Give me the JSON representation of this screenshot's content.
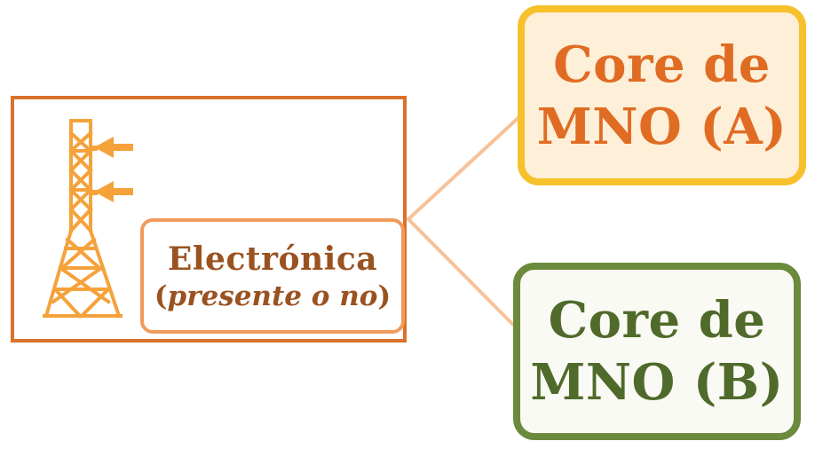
{
  "diagram": {
    "site": {
      "icon": "transmission-tower-icon",
      "electronics_label": "Electrónica",
      "electronics_note_open": "(",
      "electronics_note_italic": "presente o no",
      "electronics_note_close": ")"
    },
    "core_a": {
      "line1": "Core de",
      "line2": "MNO (A)"
    },
    "core_b": {
      "line1": "Core de",
      "line2": "MNO (B)"
    },
    "colors": {
      "site_border": "#d9722b",
      "electronics_border": "#ef9b5b",
      "electronics_text": "#9a5220",
      "tower": "#f5a23b",
      "connector": "#f7c299",
      "core_a_border": "#f7c12c",
      "core_a_fill": "#fdefd8",
      "core_a_text": "#e06c23",
      "core_b_border": "#6b8a3c",
      "core_b_fill": "#fafaf4",
      "core_b_text": "#4f6a2a"
    }
  }
}
